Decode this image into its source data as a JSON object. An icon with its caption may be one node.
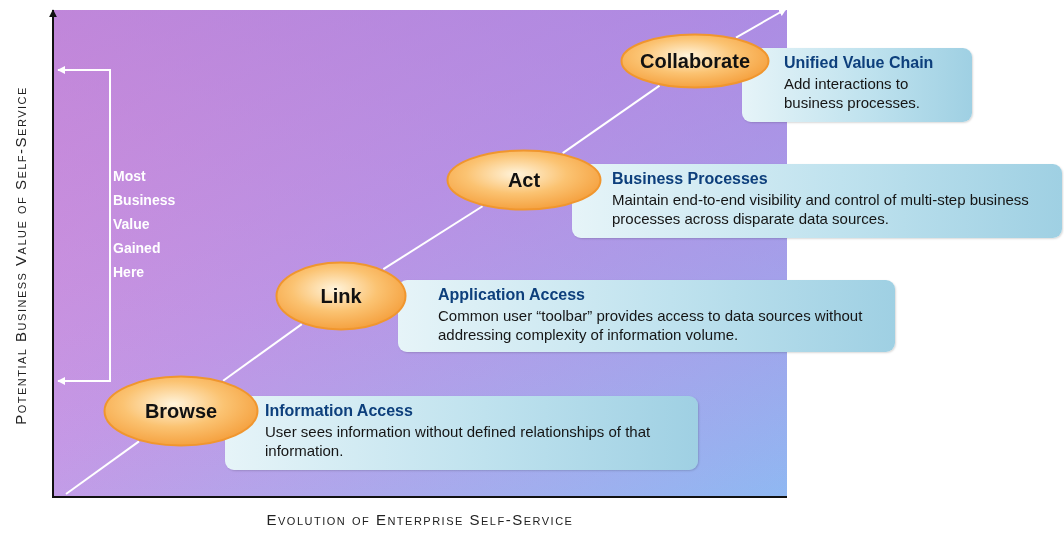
{
  "diagram": {
    "nodes": [
      {
        "text": [
          "Browse"
        ]
      },
      {
        "text": [
          "Information Access",
          "User sees information without defined relationships of that information."
        ]
      },
      {
        "text": [
          "Link"
        ]
      },
      {
        "text": [
          "Application Access",
          "Common user “toolbar” provides access to data sources without addressing complexity of information volume."
        ]
      },
      {
        "text": [
          "Act"
        ]
      },
      {
        "text": [
          "Business Processes",
          "Maintain end-to-end visibility and control of multi-step business processes across disparate data sources."
        ]
      },
      {
        "text": [
          "Collaborate"
        ]
      },
      {
        "text": [
          "Unified Value Chain",
          "Add interactions to business processes."
        ]
      }
    ],
    "edges": [
      {
        "from": null,
        "to": 0,
        "arrow": "none"
      },
      {
        "from": 0,
        "to": 2,
        "arrow": "none"
      },
      {
        "from": 2,
        "to": 4,
        "arrow": "none"
      },
      {
        "from": 4,
        "to": 6,
        "arrow": "none"
      },
      {
        "from": 6,
        "to": null,
        "arrow": "to"
      }
    ],
    "labels": [
      "Most Business Value Gained Here",
      "Potential Business Value of Self-Service",
      "Evolution of Enterprise Self-Service"
    ]
  }
}
